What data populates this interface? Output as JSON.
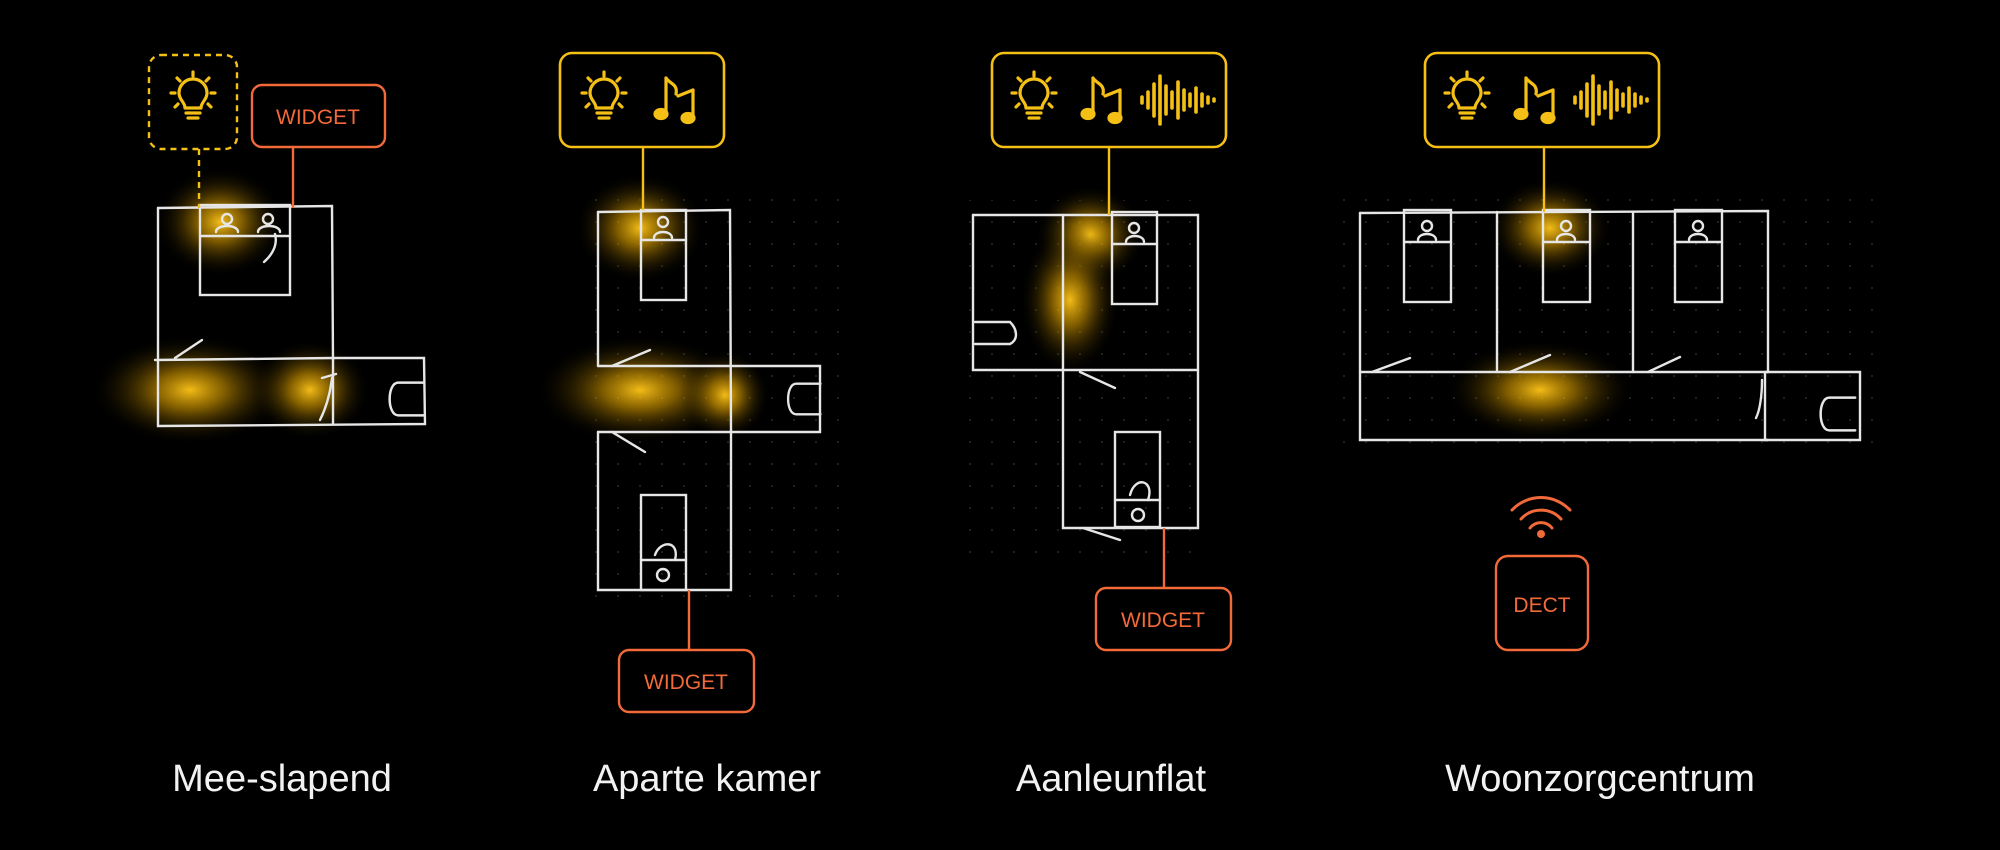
{
  "colors": {
    "background": "#000000",
    "icon_yellow": "#f5c016",
    "glow_yellow": "#ffc61a",
    "tag_orange": "#f26a3a",
    "sketch_white": "#e6e6e6",
    "label_white": "#f2f2f2"
  },
  "scenarios": [
    {
      "label": "Mee-slapend",
      "icons": [
        "lightbulb-icon"
      ],
      "icon_box_style": "dashed",
      "tag": "WIDGET"
    },
    {
      "label": "Aparte kamer",
      "icons": [
        "lightbulb-icon",
        "music-note-icon"
      ],
      "icon_box_style": "solid",
      "tag": "WIDGET"
    },
    {
      "label": "Aanleunflat",
      "icons": [
        "lightbulb-icon",
        "music-note-icon",
        "sound-wave-icon"
      ],
      "icon_box_style": "solid",
      "tag": "WIDGET"
    },
    {
      "label": "Woonzorgcentrum",
      "icons": [
        "lightbulb-icon",
        "music-note-icon",
        "sound-wave-icon"
      ],
      "icon_box_style": "solid",
      "tag": "DECT",
      "tag_extra_icon": "wifi-signal-icon"
    }
  ]
}
